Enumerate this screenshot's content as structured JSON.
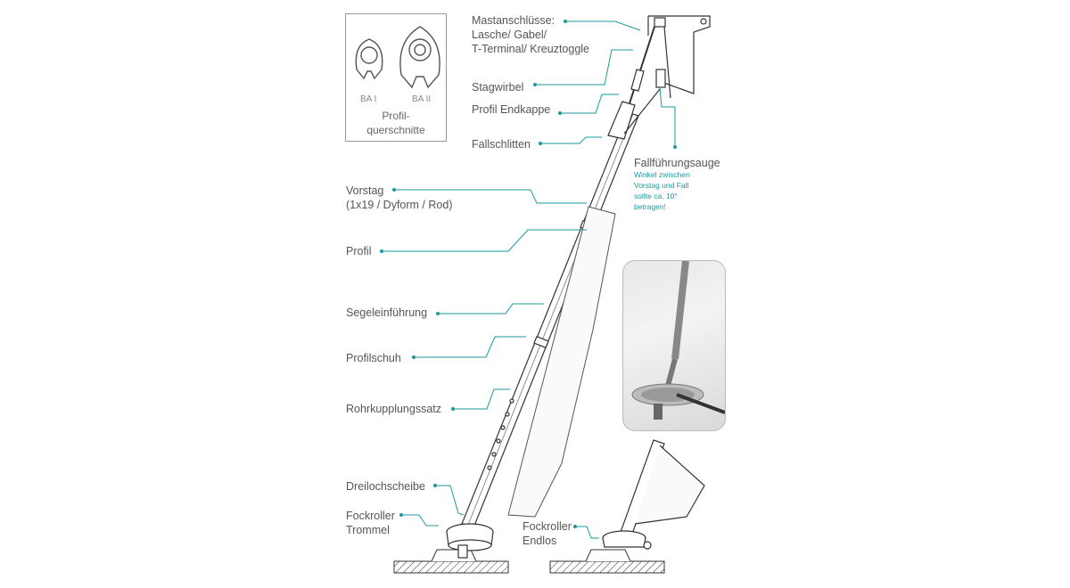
{
  "labels": {
    "mastanschluesse": "Mastanschlüsse:\nLasche/ Gabel/\nT-Terminal/ Kreuztoggle",
    "stagwirbel": "Stagwirbel",
    "profil_endkappe": "Profil Endkappe",
    "fallschlitten": "Fallschlitten",
    "fallfuehrungsauge": "Fallführungsauge",
    "winkel_note": "Winkel zwischen\nVorstag und Fall\nsollte ca. 10°\nbetragen!",
    "vorstag": "Vorstag\n(1x19 / Dyform / Rod)",
    "profil": "Profil",
    "segeleinfuehrung": "Segeleinführung",
    "profilschuh": "Profilschuh",
    "rohrkupplungssatz": "Rohrkupplungssatz",
    "dreilochscheibe": "Dreilochscheibe",
    "fockroller_trommel": "Fockroller\nTrommel",
    "fockroller_endlos": "Fockroller\nEndlos"
  },
  "inset": {
    "ba1": "BA I",
    "ba2": "BA II",
    "caption": "Profil-\nquerschnitte"
  },
  "colors": {
    "accent": "#1a9a9c",
    "text": "#555555",
    "line": "#333333"
  }
}
